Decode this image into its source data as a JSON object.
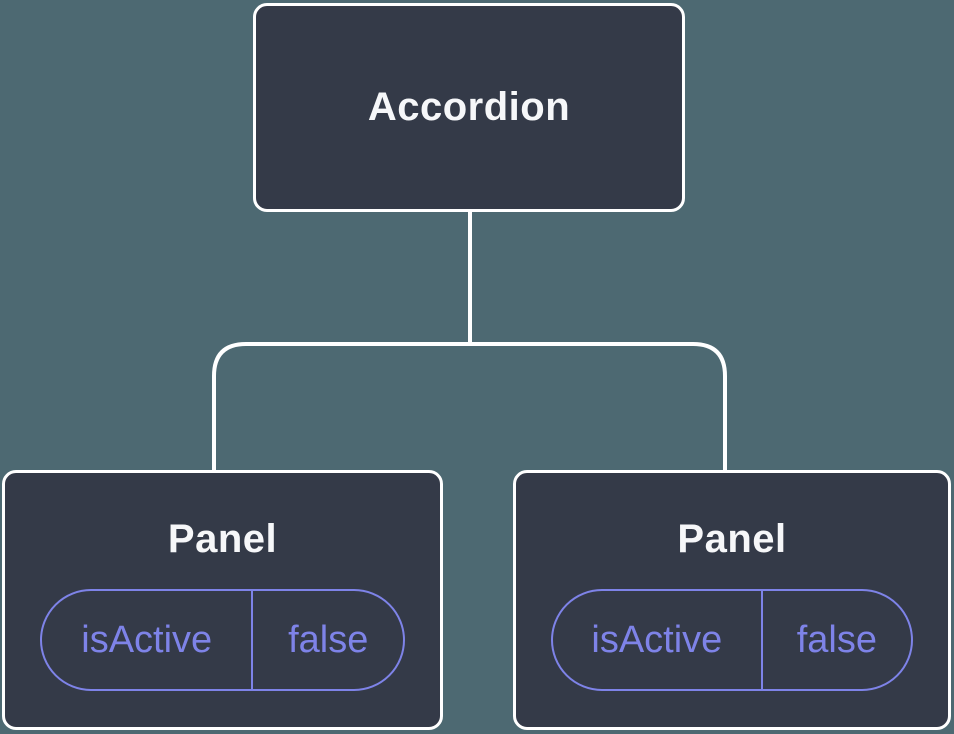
{
  "diagram": {
    "root": {
      "label": "Accordion"
    },
    "panels": [
      {
        "label": "Panel",
        "prop_name": "isActive",
        "prop_value": "false"
      },
      {
        "label": "Panel",
        "prop_name": "isActive",
        "prop_value": "false"
      }
    ],
    "colors": {
      "background": "#4d6972",
      "node_fill": "#343a48",
      "node_border": "#ffffff",
      "connector": "#ffffff",
      "pill_accent": "#7e83e8",
      "label_text": "#f6f7f9"
    }
  }
}
